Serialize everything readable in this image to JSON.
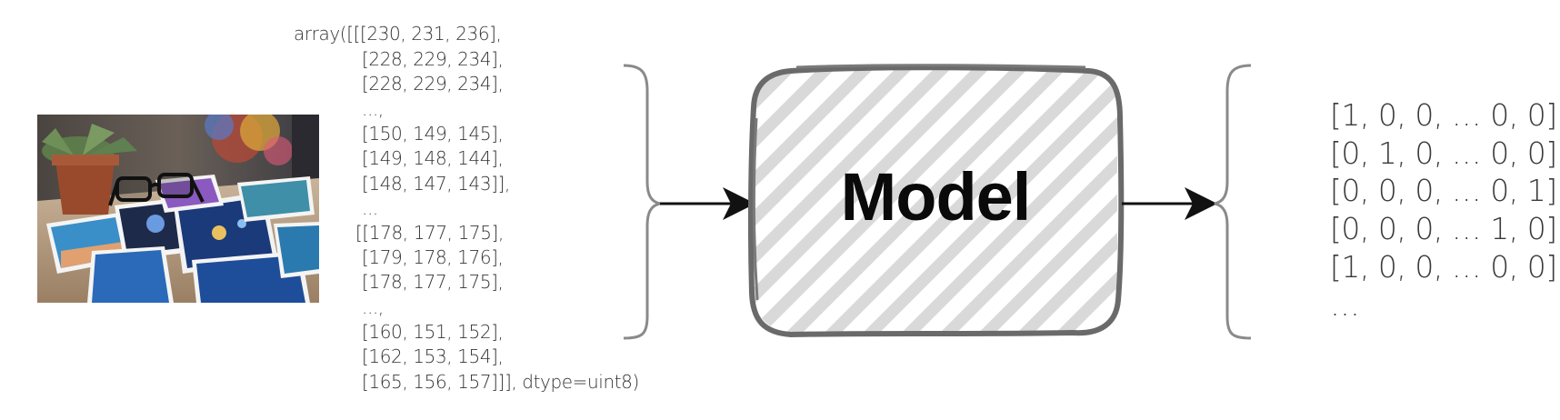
{
  "image": {
    "alt_icon": "photo-of-pictures-and-glasses"
  },
  "array_text": [
    "array([[[230, 231, 236],",
    "[228, 229, 234],",
    "[228, 229, 234],",
    "...,",
    "[150, 149, 145],",
    "[149, 148, 144],",
    "[148, 147, 143]],",
    "...",
    "[[178, 177, 175],",
    "[179, 178, 176],",
    "[178, 177, 175],",
    "...,",
    "[160, 151, 152],",
    "[162, 153, 154],",
    "[165, 156, 157]]], dtype=uint8)"
  ],
  "model": {
    "label": "Model"
  },
  "outputs": [
    "[1, 0, 0, … 0, 0]",
    "[0, 1, 0, … 0, 0]",
    "[0, 0, 0, … 0, 1]",
    "[0, 0, 0, … 1, 0]",
    "[1, 0, 0, … 0, 0]",
    "…"
  ]
}
